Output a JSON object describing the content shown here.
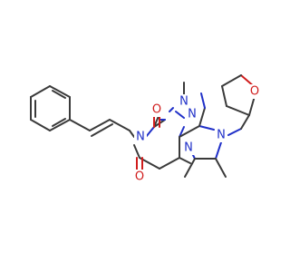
{
  "molecule": {
    "colors": {
      "bond": "#3a3a3a",
      "nitrogen": "#2030c8",
      "oxygen": "#d01c1c",
      "background": "#ffffff"
    },
    "atoms": {
      "n1": "N",
      "n3": "N",
      "n7": "N",
      "n9": "N",
      "n8": "N",
      "o_c2": "O",
      "o_c4": "O",
      "o_thf": "O"
    }
  }
}
